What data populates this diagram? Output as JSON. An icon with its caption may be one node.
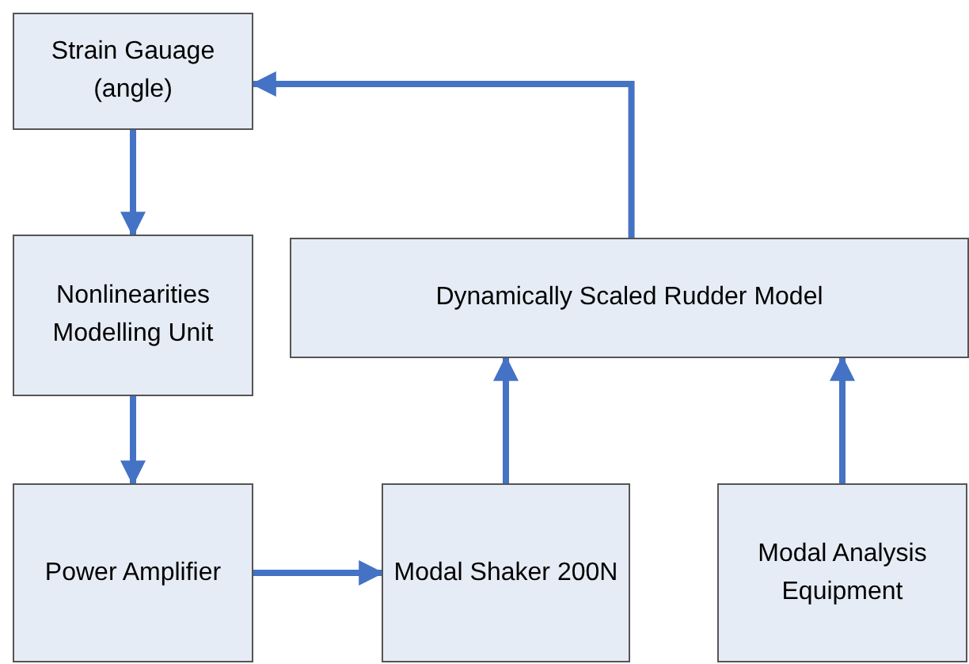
{
  "diagram": {
    "nodes": [
      {
        "text": [
          "Strain Gauage (angle)"
        ]
      },
      {
        "text": [
          "Nonlinearities Modelling Unit"
        ]
      },
      {
        "text": [
          "Power Amplifier"
        ]
      },
      {
        "text": [
          "Dynamically Scaled Rudder Model"
        ]
      },
      {
        "text": [
          "Modal Shaker 200N"
        ]
      },
      {
        "text": [
          "Modal Analysis Equipment"
        ]
      }
    ],
    "edges": [
      {
        "from": 0,
        "to": 1,
        "arrow": "to"
      },
      {
        "from": 1,
        "to": 2,
        "arrow": "to"
      },
      {
        "from": 2,
        "to": 4,
        "arrow": "to"
      },
      {
        "from": 4,
        "to": 3,
        "arrow": "to"
      },
      {
        "from": 5,
        "to": 3,
        "arrow": "to"
      },
      {
        "from": 3,
        "to": 0,
        "arrow": "to"
      }
    ]
  }
}
